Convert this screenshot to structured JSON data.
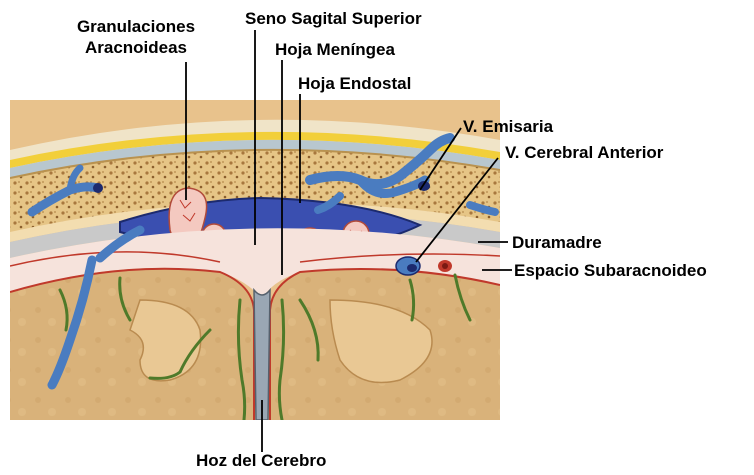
{
  "labels": {
    "granulaciones_line1": "Granulaciones",
    "granulaciones_line2": "Aracnoideas",
    "seno": "Seno Sagital Superior",
    "hoja_meningea": "Hoja Meníngea",
    "hoja_endostal": "Hoja Endostal",
    "v_emisaria": "V. Emisaria",
    "v_cerebral": "V. Cerebral Anterior",
    "duramadre": "Duramadre",
    "espacio": "Espacio Subaracnoideo",
    "hoz": "Hoz del Cerebro"
  },
  "colors": {
    "sinus_blue": "#3a4fb0",
    "vein_blue": "#4a7cc0",
    "bone_tan": "#e6c586",
    "bone_dots": "#a8783e",
    "brain": "#d9b27a",
    "brain_dark": "#b98b50",
    "pia_red": "#c0392b",
    "vessel_green": "#4f7a2a",
    "dura_gray": "#c9c9c9",
    "scalp_yellow": "#f2cf3a",
    "granulation_pink": "#f4c9c0"
  }
}
